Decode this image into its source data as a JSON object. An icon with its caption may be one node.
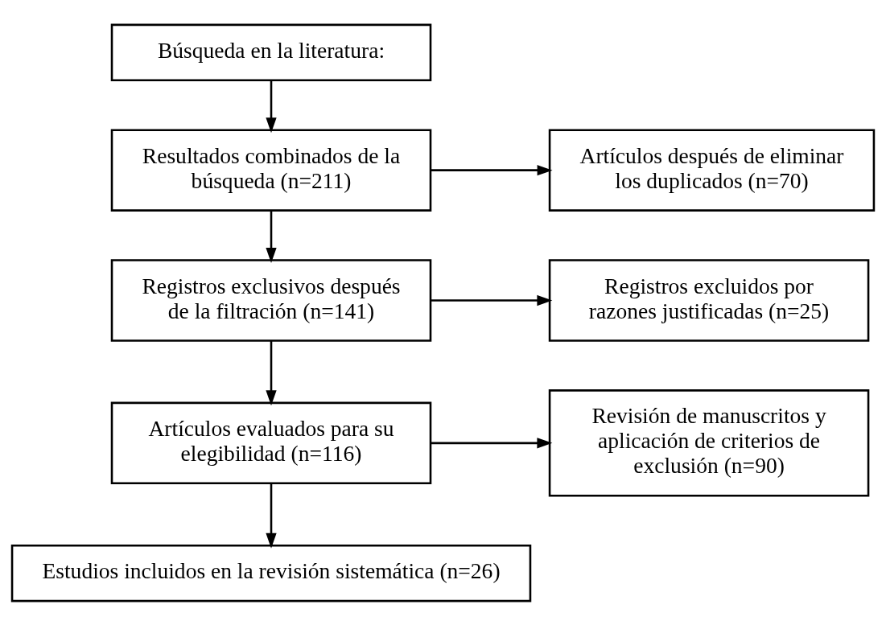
{
  "diagram": {
    "nodes": [
      {
        "text": [
          "Búsqueda en la literatura:"
        ]
      },
      {
        "text": [
          "Resultados combinados de la búsqueda (n=211)"
        ]
      },
      {
        "text": [
          "Artículos después de eliminar los duplicados (n=70)"
        ]
      },
      {
        "text": [
          "Registros exclusivos después de la filtración (n=141)"
        ]
      },
      {
        "text": [
          "Registros excluidos por razones justificadas (n=25)"
        ]
      },
      {
        "text": [
          "Artículos evaluados para su elegibilidad (n=116)"
        ]
      },
      {
        "text": [
          "Revisión de manuscritos y aplicación de criterios de exclusión (n=90)"
        ]
      },
      {
        "text": [
          "Estudios incluidos en la revisión sistemática (n=26)"
        ]
      }
    ],
    "edges": [
      {
        "from": 0,
        "to": 1,
        "arrow": "to"
      },
      {
        "from": 1,
        "to": 2,
        "arrow": "to"
      },
      {
        "from": 1,
        "to": 3,
        "arrow": "to"
      },
      {
        "from": 3,
        "to": 4,
        "arrow": "to"
      },
      {
        "from": 3,
        "to": 5,
        "arrow": "to"
      },
      {
        "from": 5,
        "to": 6,
        "arrow": "to"
      },
      {
        "from": 5,
        "to": 7,
        "arrow": "to"
      }
    ]
  }
}
